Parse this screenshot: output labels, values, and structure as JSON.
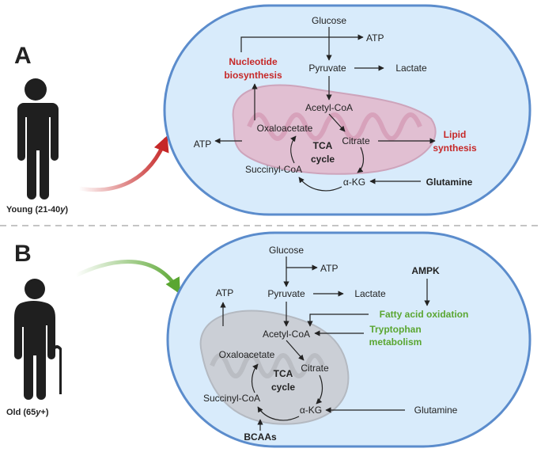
{
  "panel_a": {
    "letter": "A",
    "age_label_prefix": "Young (21-40",
    "age_label_unit": "y",
    "age_label_suffix": ")",
    "glucose": "Glucose",
    "atp_top": "ATP",
    "pyruvate": "Pyruvate",
    "lactate": "Lactate",
    "nucleotide_line1": "Nucleotide",
    "nucleotide_line2": "biosynthesis",
    "acetyl_coa": "Acetyl-CoA",
    "oxaloacetate": "Oxaloacetate",
    "citrate": "Citrate",
    "tca_line1": "TCA",
    "tca_line2": "cycle",
    "atp_left": "ATP",
    "lipid_line1": "Lipid",
    "lipid_line2": "synthesis",
    "succinyl_coa": "Succinyl-CoA",
    "akg": "α-KG",
    "glutamine": "Glutamine"
  },
  "panel_b": {
    "letter": "B",
    "age_label_prefix": "Old (65",
    "age_label_unit": "y",
    "age_label_suffix": "+)",
    "glucose": "Glucose",
    "atp_top": "ATP",
    "atp_left": "ATP",
    "pyruvate": "Pyruvate",
    "lactate": "Lactate",
    "ampk": "AMPK",
    "fatty_acid": "Fatty acid oxidation",
    "tryptophan_line1": "Tryptophan",
    "tryptophan_line2": "metabolism",
    "acetyl_coa": "Acetyl-CoA",
    "oxaloacetate": "Oxaloacetate",
    "citrate": "Citrate",
    "tca_line1": "TCA",
    "tca_line2": "cycle",
    "succinyl_coa": "Succinyl-CoA",
    "akg": "α-KG",
    "glutamine": "Glutamine",
    "bcaas": "BCAAs"
  },
  "colors": {
    "cell_fill": "#d8ebfb",
    "cell_border": "#5b8ccc",
    "mito_young": "#e3b8cc",
    "mito_old": "#c9cbd0",
    "red_accent": "#c62828",
    "green_accent": "#5aa631",
    "divider": "#b0b0b0",
    "silhouette": "#1f1f1f"
  }
}
